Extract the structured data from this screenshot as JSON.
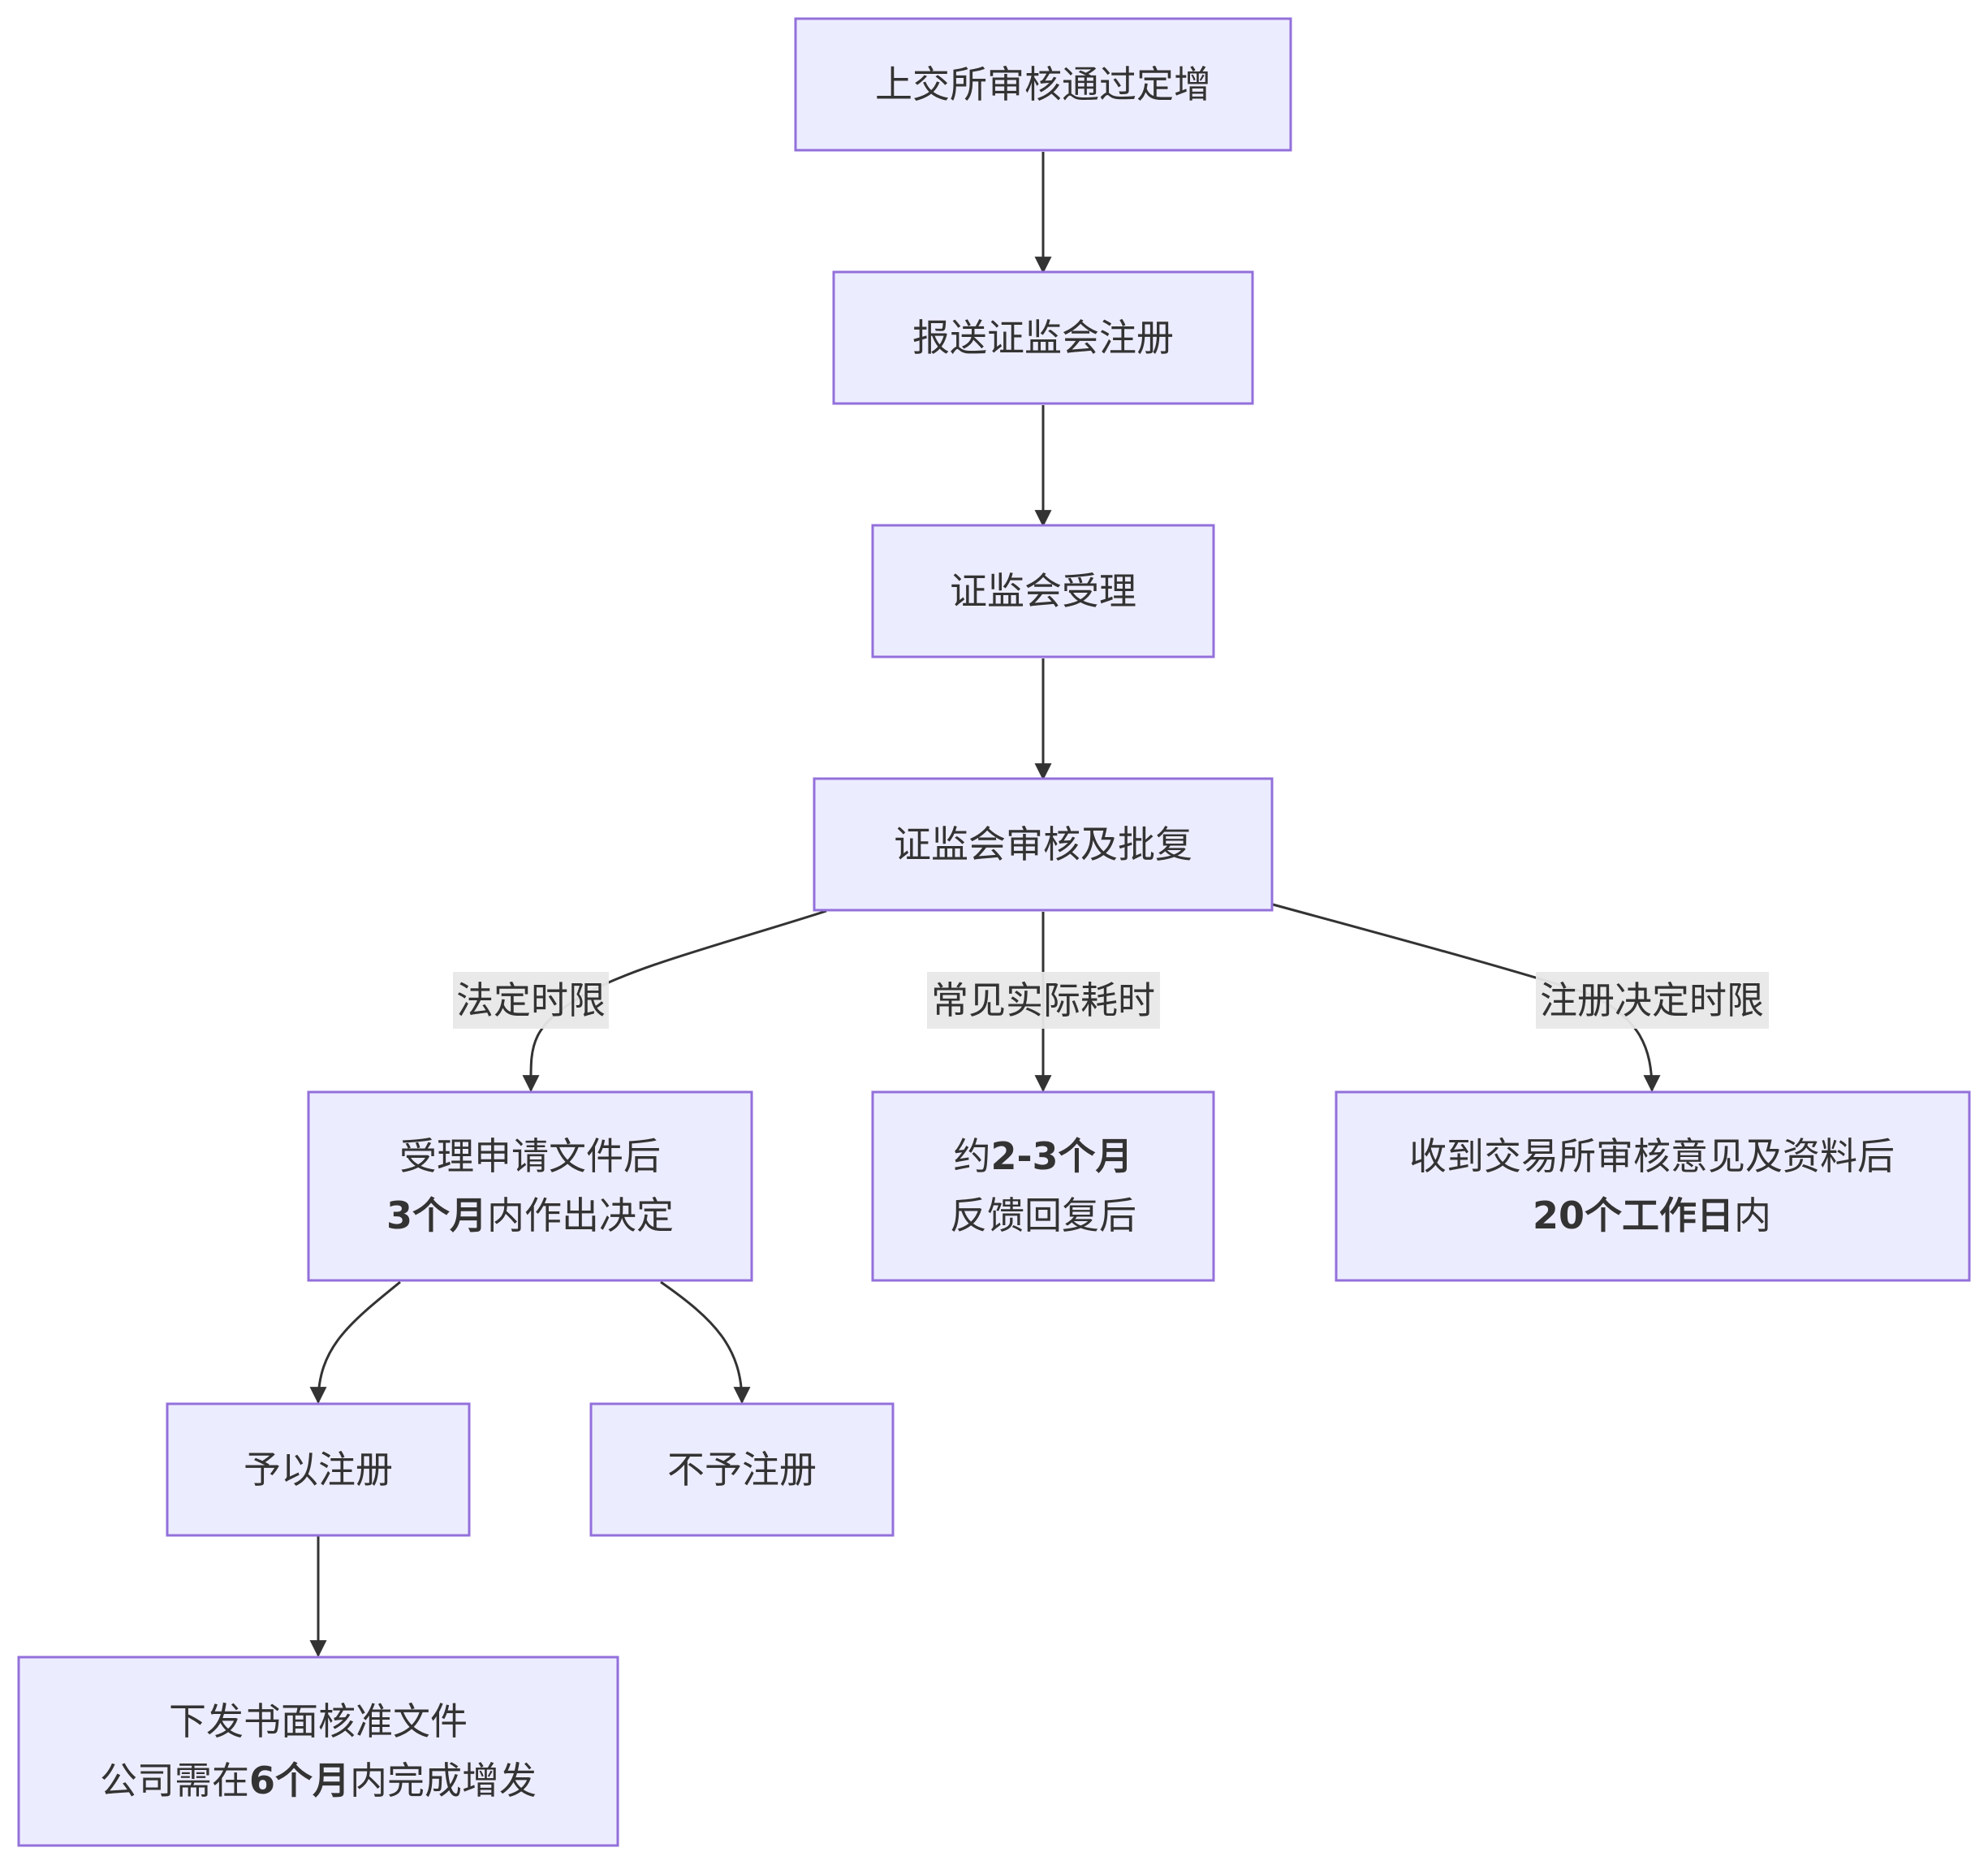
{
  "nodes": {
    "sse_approved": [
      "上交所审核通过定增"
    ],
    "submit_csrc": [
      "报送证监会注册"
    ],
    "csrc_accept": [
      "证监会受理"
    ],
    "csrc_review": [
      "证监会审核及批复"
    ],
    "statutory": {
      "line1": "受理申请文件后",
      "line2_bold": "3个月",
      "line2_rest": "内作出决定"
    },
    "actual": {
      "line1_pre": "约",
      "line1_bold": "2-3个月",
      "line2": "反馈回复后"
    },
    "decision": {
      "line1": "收到交易所审核意见及资料后",
      "line2_bold": "20个工作日",
      "line2_rest": "内"
    },
    "grant": [
      "予以注册"
    ],
    "reject": [
      "不予注册"
    ],
    "issue": {
      "line1": "下发书面核准文件",
      "line2_pre": "公司需在",
      "line2_bold": "6个月",
      "line2_rest": "内完成增发"
    }
  },
  "edge_labels": {
    "statutory": "法定时限",
    "actual": "常见实际耗时",
    "decision": "注册决定时限"
  },
  "colors": {
    "node_fill": "#ECECFF",
    "node_stroke": "#9370DB",
    "edge": "#333333",
    "label_bg": "#E8E8E8",
    "text": "#333333"
  }
}
